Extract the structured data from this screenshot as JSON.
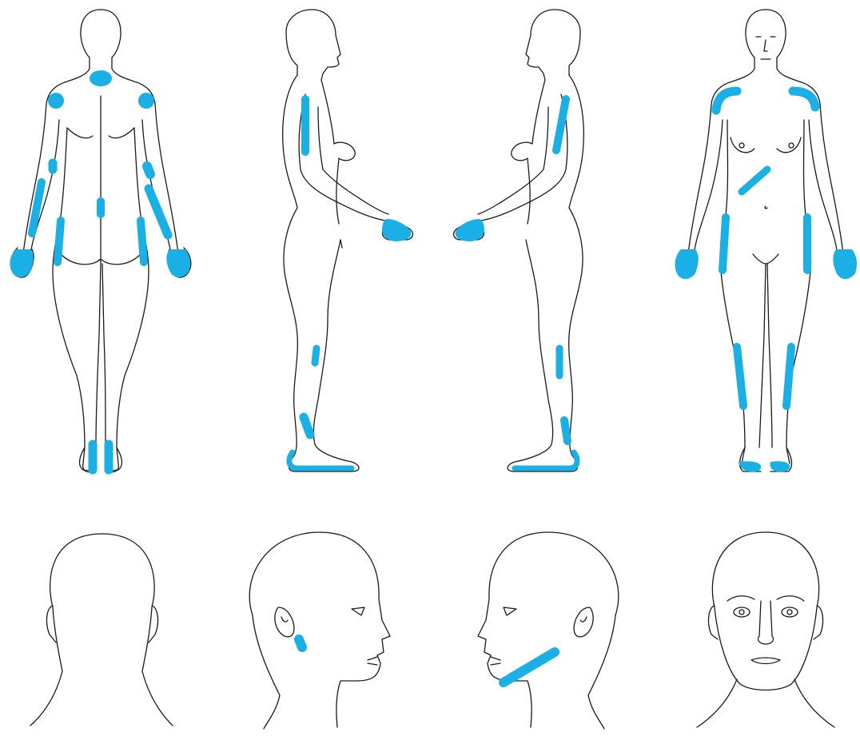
{
  "colors": {
    "marker": "#1ab0e6",
    "outline": "#1a1a1a",
    "background": "#ffffff"
  },
  "figures": [
    {
      "view": "back",
      "marked_regions": [
        "neck",
        "left-shoulder",
        "right-shoulder",
        "left-upper-arm",
        "right-upper-arm",
        "left-forearm",
        "right-forearm",
        "left-hand",
        "right-hand",
        "lower-back",
        "left-flank",
        "right-flank",
        "left-heel",
        "right-heel"
      ]
    },
    {
      "view": "side-right",
      "marked_regions": [
        "upper-arm",
        "hands",
        "shin",
        "ankle",
        "sole"
      ]
    },
    {
      "view": "side-left",
      "marked_regions": [
        "upper-arm",
        "hands",
        "shin",
        "ankle",
        "sole"
      ]
    },
    {
      "view": "front",
      "marked_regions": [
        "left-shoulder",
        "right-shoulder",
        "abdomen",
        "left-hip",
        "right-hip",
        "left-hand",
        "right-hand",
        "left-shin",
        "right-shin",
        "left-toes",
        "right-toes"
      ]
    }
  ],
  "heads": [
    {
      "view": "back",
      "marked_regions": []
    },
    {
      "view": "side-right",
      "marked_regions": [
        "below-ear"
      ]
    },
    {
      "view": "side-left",
      "marked_regions": [
        "jaw"
      ]
    },
    {
      "view": "front",
      "marked_regions": []
    }
  ]
}
